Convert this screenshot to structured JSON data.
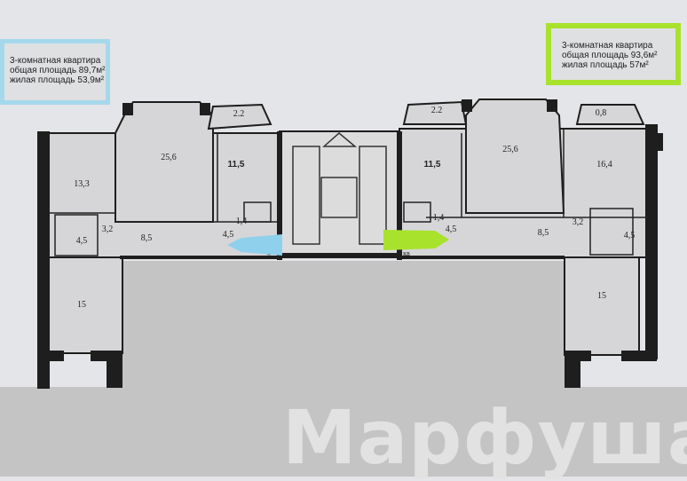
{
  "apartments": [
    {
      "title": "3-комнатная квартира",
      "total_area": "общая площадь 89,7м²",
      "living_area": "жилая площадь 53,9м²",
      "frame_color": "#a6d8ec"
    },
    {
      "title": "3-комнатная квартира",
      "total_area": "общая площадь 93,6м²",
      "living_area": "жилая площадь 57м²",
      "frame_color": "#a8e22c"
    }
  ],
  "rooms_left": [
    "13,3",
    "25,6",
    "11,5",
    "2.2",
    "1,4",
    "4,5",
    "8,5",
    "3,2",
    "4,5",
    "15"
  ],
  "rooms_right": [
    "2.2",
    "11,5",
    "25,6",
    "0,8",
    "16,4",
    "1,4",
    "4,5",
    "8,5",
    "3,2",
    "4,5",
    "15"
  ],
  "door_labels": {
    "left": "кв 7",
    "right": "кв"
  },
  "arrows": {
    "left_color": "#8fd0ec",
    "right_color": "#a8e22c"
  },
  "watermark": "Марфуша"
}
